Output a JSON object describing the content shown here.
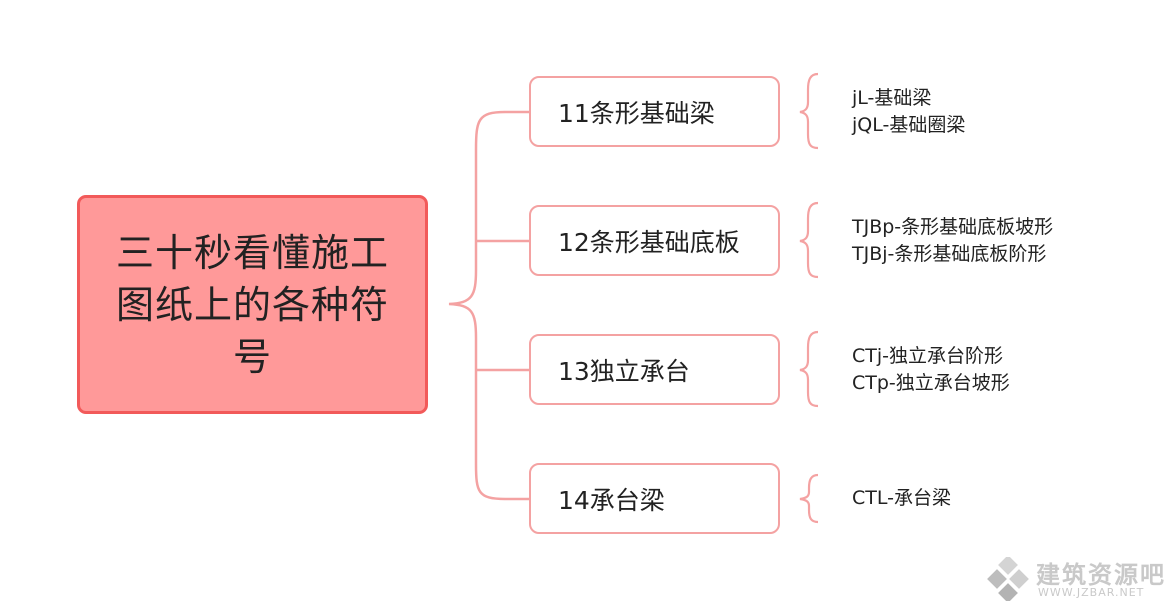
{
  "root": {
    "title": "三十秒看懂施工图纸上的各种符号"
  },
  "topics": [
    {
      "label": "11条形基础梁",
      "leaves": [
        "jL-基础梁",
        "jQL-基础圈梁"
      ]
    },
    {
      "label": "12条形基础底板",
      "leaves": [
        "TJBp-条形基础底板坡形",
        "TJBj-条形基础底板阶形"
      ]
    },
    {
      "label": "13独立承台",
      "leaves": [
        "CTj-独立承台阶形",
        "CTp-独立承台坡形"
      ]
    },
    {
      "label": "14承台梁",
      "leaves": [
        "CTL-承台梁"
      ]
    }
  ],
  "colors": {
    "root_fill": "#ff9999",
    "root_border": "#f25a5a",
    "topic_border": "#f4a2a2",
    "connector": "#f4a2a2"
  },
  "watermark": {
    "name": "建筑资源吧",
    "url": "WWW.JZBAR.NET",
    "logo_icon": "diamond-logo-icon"
  }
}
